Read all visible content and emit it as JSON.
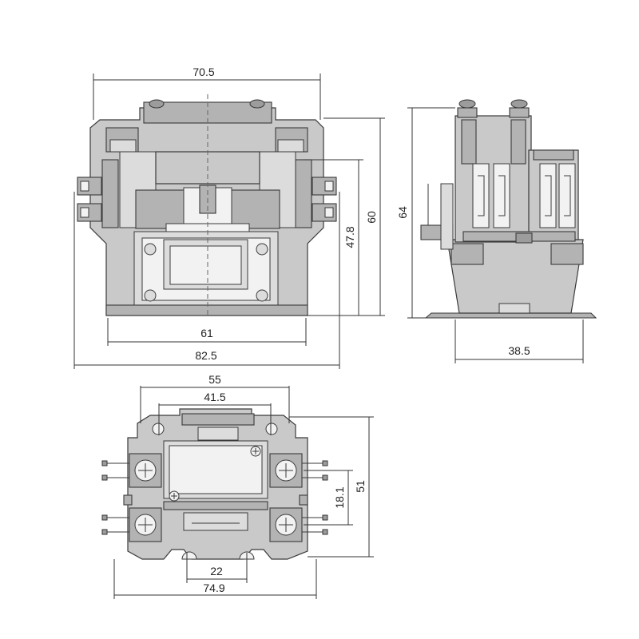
{
  "dimensions": {
    "front_top_width": "70.5",
    "front_base_width": "61",
    "front_overall_width": "82.5",
    "front_height_inner": "47.8",
    "front_height": "60",
    "side_height": "64",
    "side_depth": "38.5",
    "bottom_hole_spacing": "55",
    "bottom_inner_width": "41.5",
    "bottom_slot_spacing": "22",
    "bottom_overall_width": "74.9",
    "bottom_terminal_spacing": "18.1",
    "bottom_height": "51"
  },
  "views": [
    "front",
    "side",
    "bottom"
  ]
}
